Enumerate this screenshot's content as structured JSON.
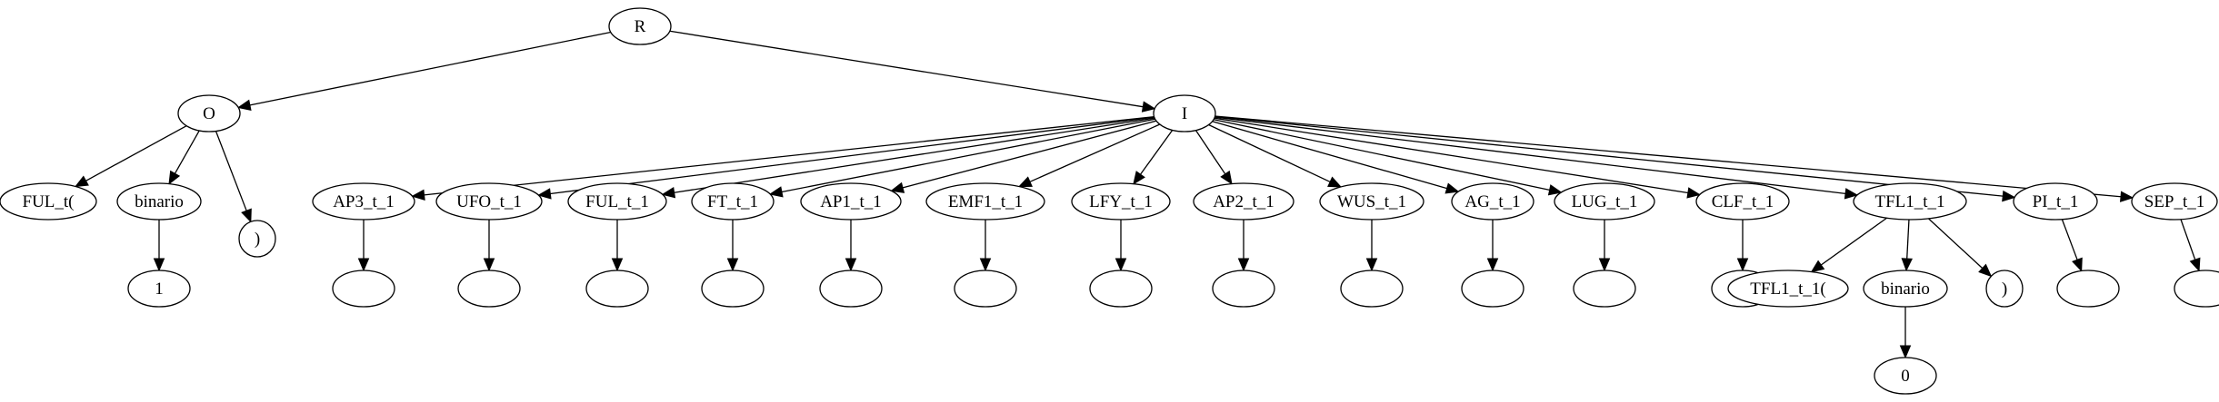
{
  "diagram": {
    "type": "tree",
    "nodes": [
      {
        "id": "R",
        "label": "R"
      },
      {
        "id": "O",
        "label": "O"
      },
      {
        "id": "I",
        "label": "I"
      },
      {
        "id": "o_ful",
        "label": "FUL_t("
      },
      {
        "id": "o_bin",
        "label": "binario"
      },
      {
        "id": "o_close",
        "label": ")"
      },
      {
        "id": "o_one",
        "label": "1"
      },
      {
        "id": "ap3",
        "label": "AP3_t_1"
      },
      {
        "id": "ufo",
        "label": "UFO_t_1"
      },
      {
        "id": "ful",
        "label": "FUL_t_1"
      },
      {
        "id": "ft",
        "label": "FT_t_1"
      },
      {
        "id": "ap1",
        "label": "AP1_t_1"
      },
      {
        "id": "emf1",
        "label": "EMF1_t_1"
      },
      {
        "id": "lfy",
        "label": "LFY_t_1"
      },
      {
        "id": "ap2",
        "label": "AP2_t_1"
      },
      {
        "id": "wus",
        "label": "WUS_t_1"
      },
      {
        "id": "ag",
        "label": "AG_t_1"
      },
      {
        "id": "lug",
        "label": "LUG_t_1"
      },
      {
        "id": "clf",
        "label": "CLF_t_1"
      },
      {
        "id": "tfl1",
        "label": "TFL1_t_1"
      },
      {
        "id": "pi",
        "label": "PI_t_1"
      },
      {
        "id": "sep",
        "label": "SEP_t_1"
      },
      {
        "id": "ap3_c",
        "label": ""
      },
      {
        "id": "ufo_c",
        "label": ""
      },
      {
        "id": "ful_c",
        "label": ""
      },
      {
        "id": "ft_c",
        "label": ""
      },
      {
        "id": "ap1_c",
        "label": ""
      },
      {
        "id": "emf1_c",
        "label": ""
      },
      {
        "id": "lfy_c",
        "label": ""
      },
      {
        "id": "ap2_c",
        "label": ""
      },
      {
        "id": "wus_c",
        "label": ""
      },
      {
        "id": "ag_c",
        "label": ""
      },
      {
        "id": "lug_c",
        "label": ""
      },
      {
        "id": "clf_c",
        "label": ""
      },
      {
        "id": "tfl1_open",
        "label": "TFL1_t_1("
      },
      {
        "id": "tfl1_bin",
        "label": "binario"
      },
      {
        "id": "tfl1_close",
        "label": ")"
      },
      {
        "id": "pi_c",
        "label": ""
      },
      {
        "id": "sep_c",
        "label": ""
      },
      {
        "id": "tfl1_zero",
        "label": "0"
      }
    ],
    "edges": [
      [
        "R",
        "O"
      ],
      [
        "R",
        "I"
      ],
      [
        "O",
        "o_ful"
      ],
      [
        "O",
        "o_bin"
      ],
      [
        "O",
        "o_close"
      ],
      [
        "o_bin",
        "o_one"
      ],
      [
        "I",
        "ap3"
      ],
      [
        "I",
        "ufo"
      ],
      [
        "I",
        "ful"
      ],
      [
        "I",
        "ft"
      ],
      [
        "I",
        "ap1"
      ],
      [
        "I",
        "emf1"
      ],
      [
        "I",
        "lfy"
      ],
      [
        "I",
        "ap2"
      ],
      [
        "I",
        "wus"
      ],
      [
        "I",
        "ag"
      ],
      [
        "I",
        "lug"
      ],
      [
        "I",
        "clf"
      ],
      [
        "I",
        "tfl1"
      ],
      [
        "I",
        "pi"
      ],
      [
        "I",
        "sep"
      ],
      [
        "ap3",
        "ap3_c"
      ],
      [
        "ufo",
        "ufo_c"
      ],
      [
        "ful",
        "ful_c"
      ],
      [
        "ft",
        "ft_c"
      ],
      [
        "ap1",
        "ap1_c"
      ],
      [
        "emf1",
        "emf1_c"
      ],
      [
        "lfy",
        "lfy_c"
      ],
      [
        "ap2",
        "ap2_c"
      ],
      [
        "wus",
        "wus_c"
      ],
      [
        "ag",
        "ag_c"
      ],
      [
        "lug",
        "lug_c"
      ],
      [
        "clf",
        "clf_c"
      ],
      [
        "tfl1",
        "tfl1_open"
      ],
      [
        "tfl1",
        "tfl1_bin"
      ],
      [
        "tfl1",
        "tfl1_close"
      ],
      [
        "tfl1_bin",
        "tfl1_zero"
      ],
      [
        "pi",
        "pi_c"
      ],
      [
        "sep",
        "sep_c"
      ]
    ]
  }
}
